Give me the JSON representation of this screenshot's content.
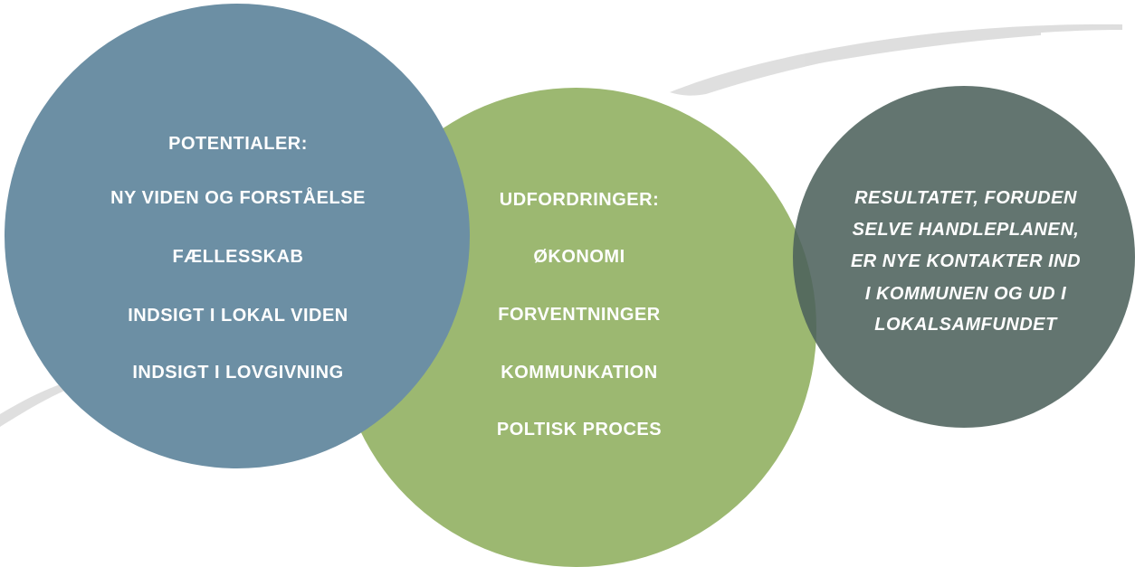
{
  "potentials": {
    "heading": "POTENTIALER:",
    "items": [
      "NY VIDEN OG FORSTÅELSE",
      "FÆLLESSKAB",
      "INDSIGT I LOKAL VIDEN",
      "INDSIGT I LOVGIVNING"
    ]
  },
  "challenges": {
    "heading": "UDFORDRINGER:",
    "items": [
      "ØKONOMI",
      "FORVENTNINGER",
      "KOMMUNKATION",
      "POLTISK PROCES"
    ]
  },
  "result": {
    "lines": [
      "RESULTATET, FORUDEN",
      "SELVE HANDLEPLANEN,",
      "ER NYE KONTAKTER IND",
      "I KOMMUNEN OG UD I",
      "LOKALSAMFUNDET"
    ]
  },
  "colors": {
    "potentials_circle": "#6c8fa4",
    "challenges_circle": "#9cb871",
    "result_circle": "#4c605b",
    "text": "#ffffff",
    "brush_stroke": "#d9d9d9"
  }
}
